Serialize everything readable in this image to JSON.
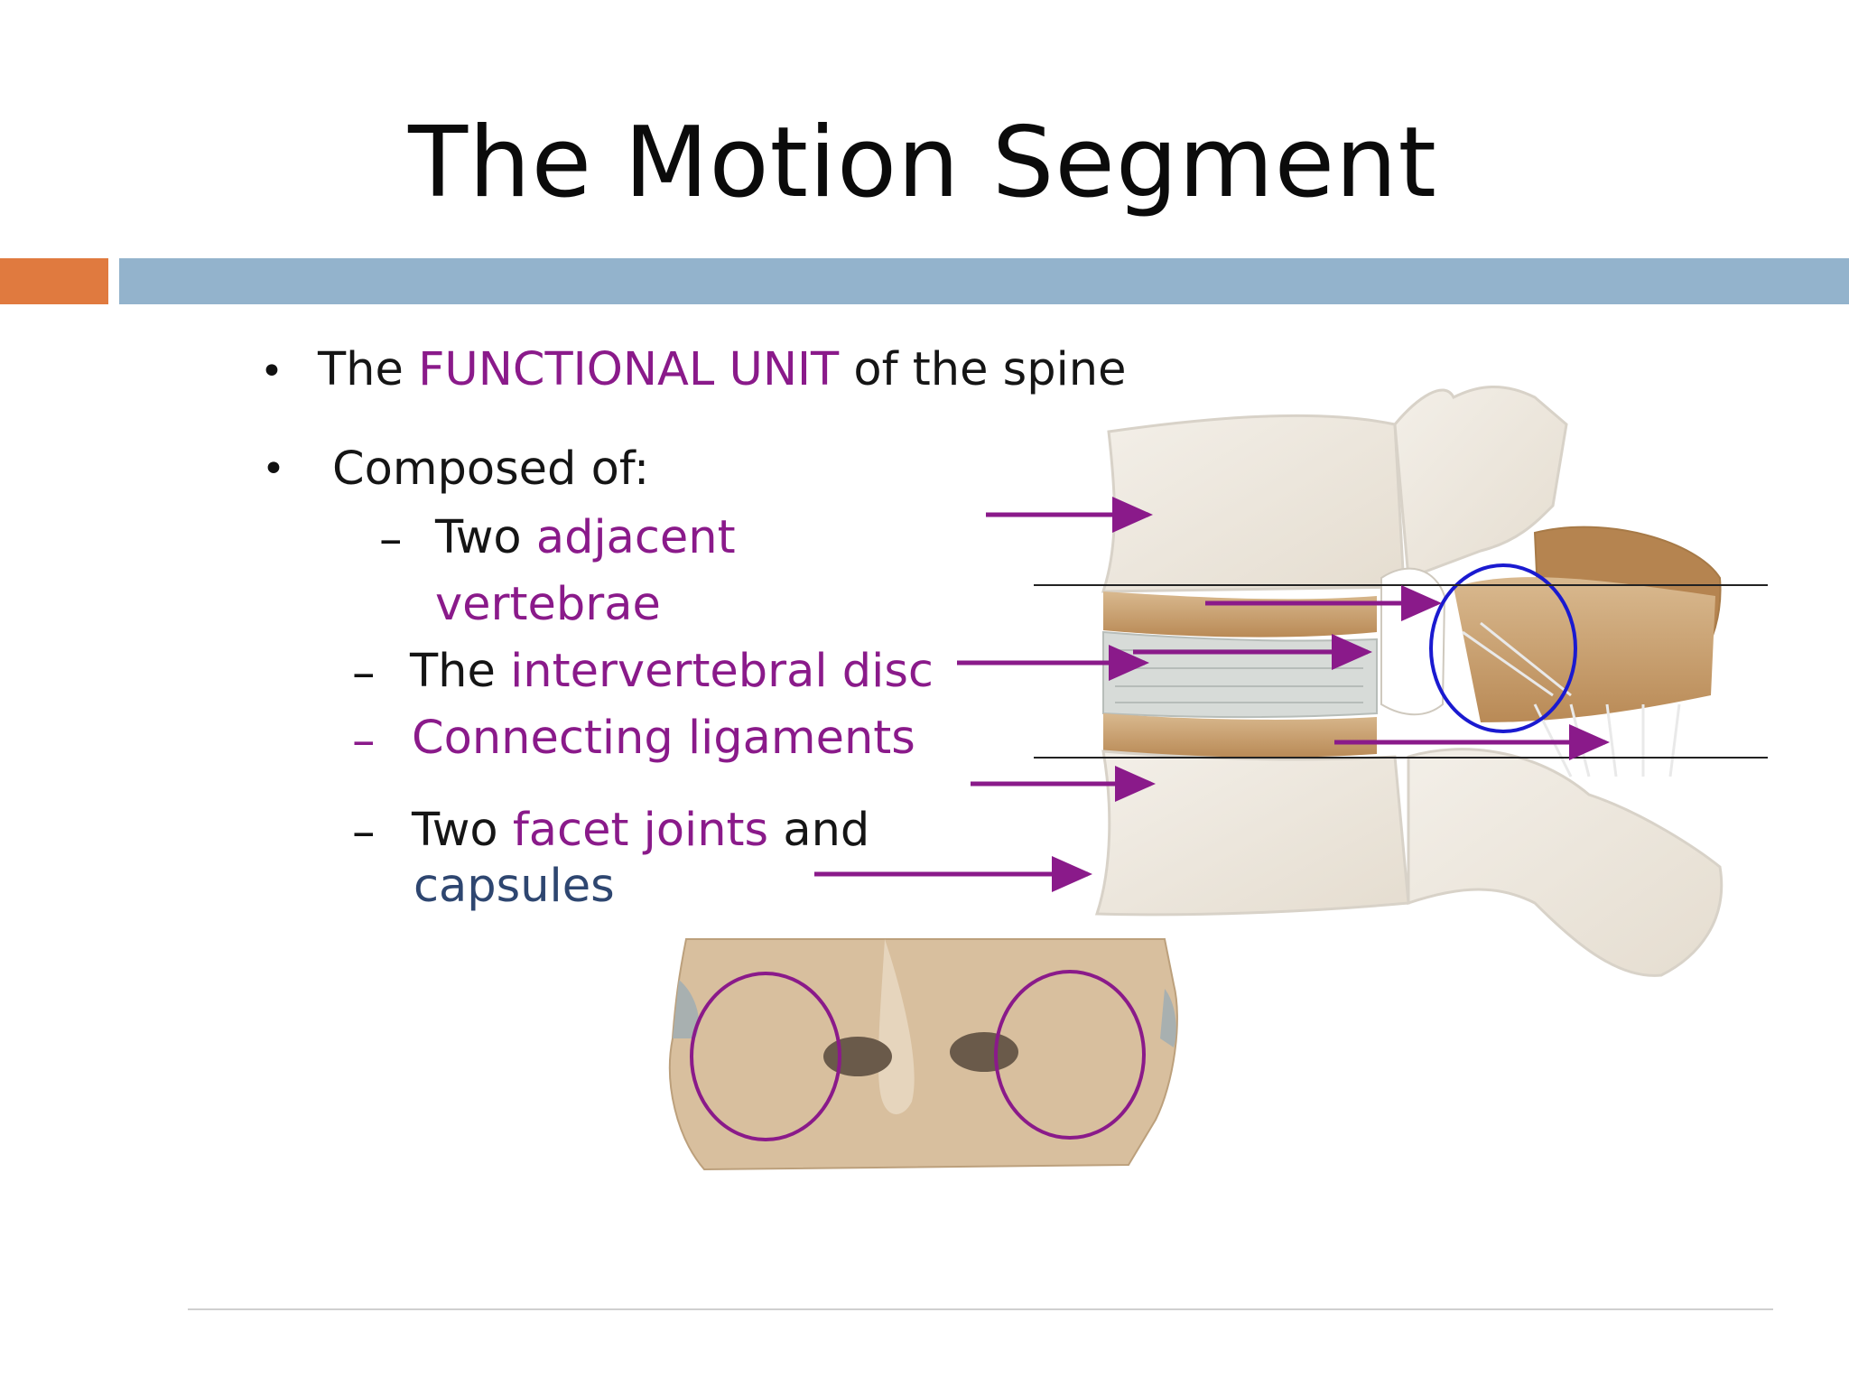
{
  "slide": {
    "title": "The Motion Segment",
    "bullet1": {
      "prefix": "The ",
      "highlight": "FUNCTIONAL UNIT",
      "suffix": " of the spine"
    },
    "bullet2": {
      "label": "Composed of:"
    },
    "items": {
      "item1_prefix": "Two ",
      "item1_highlight_line1": "adjacent",
      "item1_highlight_line2": "vertebrae",
      "item2_prefix": "The ",
      "item2_highlight": "intervertebral disc",
      "item3": "Connecting ligaments",
      "item4_prefix": "Two ",
      "item4_highlight": "facet joints",
      "item4_suffix": " and",
      "item4_line2": "capsules"
    },
    "symbols": {
      "bullet": "•",
      "dash": "–"
    }
  },
  "colors": {
    "accent_orange": "#e07a3f",
    "accent_blue_bar": "#93b3cc",
    "highlight_purple": "#8a1a8a",
    "highlight_blue": "#2e4670",
    "circle_blue": "#1a1ad0"
  },
  "figures": {
    "side_view": "lateral-spine-motion-segment-illustration",
    "rear_view": "posterior-facet-joints-illustration"
  }
}
